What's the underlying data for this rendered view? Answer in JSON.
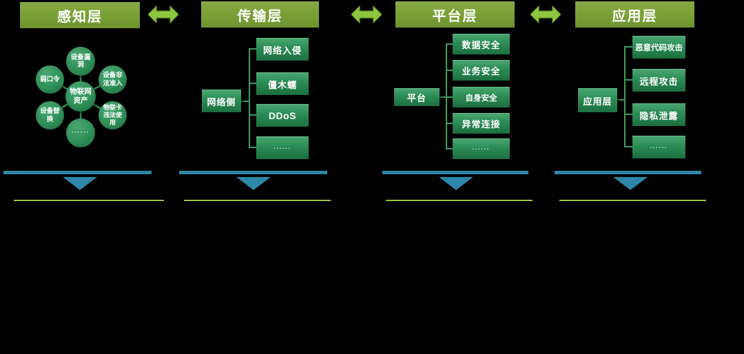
{
  "colors": {
    "background": "#000000",
    "banner_green": "#78A033",
    "arrow_lime": "#8DC63F",
    "node_green_top": "#4AA571",
    "node_green_bottom": "#1C6E40",
    "connector_green": "#3F9C63",
    "divider_teal": "#2E86A8",
    "rule_lime": "#9BC53D"
  },
  "columns": [
    {
      "header": "感知层",
      "cluster": {
        "center": "物联网资产",
        "petals": [
          "设备漏洞",
          "设备非法准入",
          "物联卡违法使用",
          "......",
          "设备替换",
          "弱口令"
        ]
      }
    },
    {
      "header": "传输层",
      "parent": "网络侧",
      "children": [
        "网络入侵",
        "僵木蠕",
        "DDoS",
        "......"
      ]
    },
    {
      "header": "平台层",
      "parent": "平台",
      "children": [
        "数据安全",
        "业务安全",
        "自身安全",
        "异常连接",
        "......"
      ]
    },
    {
      "header": "应用层",
      "parent": "应用层",
      "children": [
        "恶意代码攻击",
        "远程攻击",
        "隐私泄露",
        "......"
      ]
    }
  ]
}
